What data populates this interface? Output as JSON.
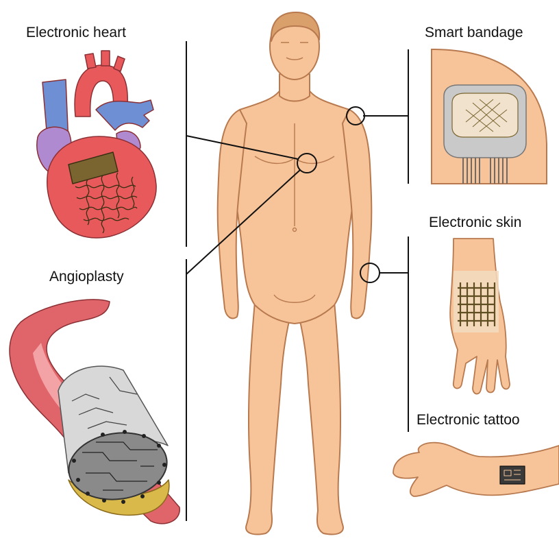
{
  "labels": {
    "electronic_heart": "Electronic heart",
    "angioplasty": "Angioplasty",
    "smart_bandage": "Smart bandage",
    "electronic_skin": "Electronic skin",
    "electronic_tattoo": "Electronic tattoo"
  },
  "colors": {
    "skin": "#f7c49a",
    "skin_outline": "#b8794e",
    "heart_red": "#e8595c",
    "heart_blue": "#6f8fd4",
    "heart_purple": "#b08ad0",
    "circuit_gold": "#6b5a2a",
    "vessel_red": "#e0656a",
    "grey_device": "#c9c9c9",
    "line": "#111111"
  }
}
